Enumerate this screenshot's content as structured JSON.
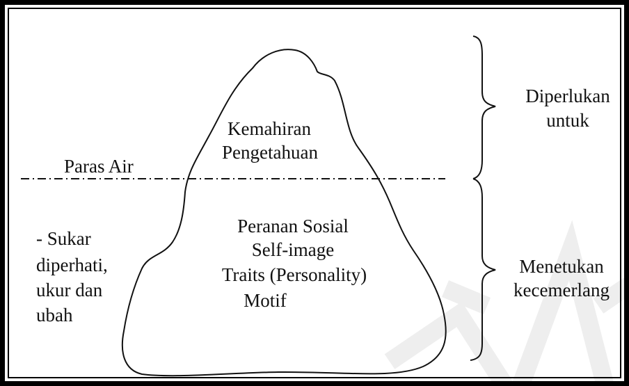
{
  "labels": {
    "paras_air": "Paras Air",
    "tip_line1": "Kemahiran",
    "tip_line2": "Pengetahuan",
    "below_line1": "Peranan Sosial",
    "below_line2": "Self-image",
    "below_line3": "Traits (Personality)",
    "below_line4": "Motif",
    "left_line1": "- Sukar",
    "left_line2": "diperhati,",
    "left_line3": "ukur dan",
    "left_line4": "ubah",
    "right_top_line1": "Diperlukan",
    "right_top_line2": "untuk",
    "right_bottom_line1": "Menetukan",
    "right_bottom_line2": "kecemerlang"
  },
  "colors": {
    "border": "#000000",
    "ink": "#111111",
    "watermark": "#f0f0f0",
    "background": "#ffffff"
  }
}
